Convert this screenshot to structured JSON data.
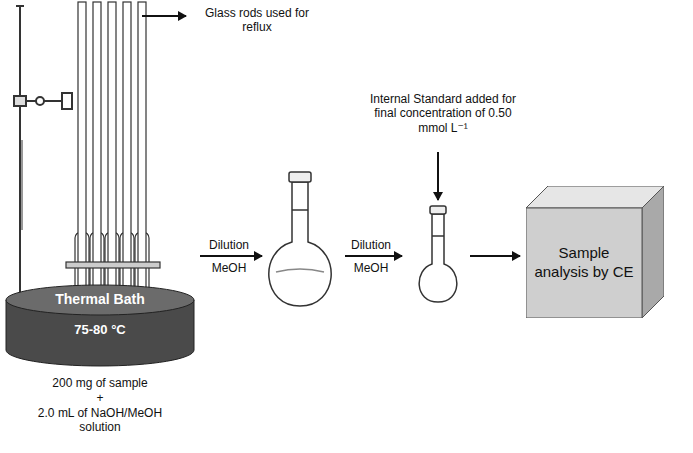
{
  "diagram": {
    "nodes": [
      {
        "text": [
          "Thermal Bath",
          "75-80 °C"
        ]
      },
      {
        "text": [
          "Sample analysis by CE"
        ]
      }
    ],
    "labels": [
      "Glass rods used for reflux",
      "200 mg of sample",
      "+",
      "2.0 mL of NaOH/MeOH solution",
      "Dilution",
      "MeOH",
      "Dilution",
      "MeOH",
      "Internal Standard added for final concentration of 0.50 mmol L⁻¹"
    ]
  }
}
